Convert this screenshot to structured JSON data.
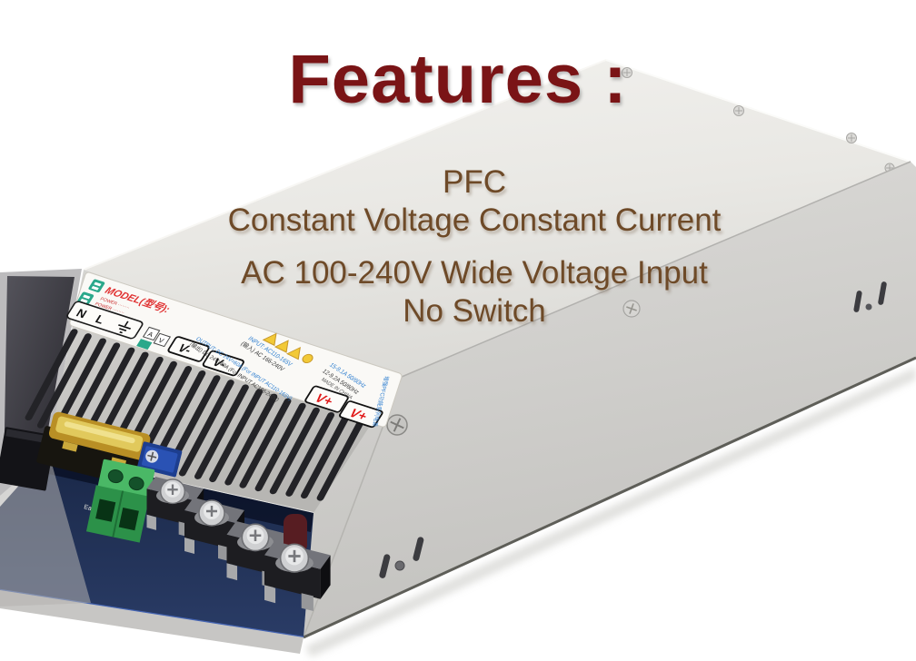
{
  "overlay": {
    "title": "Features :",
    "features": [
      "PFC",
      "Constant Voltage Constant Current",
      "AC 100-240V Wide Voltage Input",
      "No Switch"
    ]
  },
  "label": {
    "model": "MODEL(型号):",
    "notice1": "POWER ········",
    "notice2": "POWER ········",
    "term_n": "N",
    "term_l": "L",
    "adj_a": "A",
    "adj_v": "V",
    "term_vminus": "V-",
    "term_vplus": "V+",
    "input1": "INPUT: AC110-165V",
    "input2": "(输入) AC 166-240V",
    "output1": "OUTPUT: DC 24V=60A (For INPUT AC110-165V)",
    "output2": "(输出) DC 24V=80A (For INPUT AC186-240V)",
    "rating1": "15-9.1A  50/60Hz",
    "rating2": "12-9.2A  50/60Hz",
    "origin": "MADE IN CHINA",
    "series": "增强PFC功能系列电源"
  },
  "pcb": {
    "earth": "Earth"
  },
  "colors": {
    "title_red": "#7a1416",
    "features_brown": "#6e4a28",
    "case_light": "#e9e8e5",
    "case_mid": "#cfcecb",
    "left_panel_dark": "#3b3a40",
    "pcb_navy": "#22335a",
    "fuse_amber": "#c79d2e",
    "terminal_block_green": "#2f9a50",
    "trimmer_blue": "#2a52b4",
    "v_plus_red": "#e01818",
    "label_blue_print": "#2f7fd0"
  }
}
